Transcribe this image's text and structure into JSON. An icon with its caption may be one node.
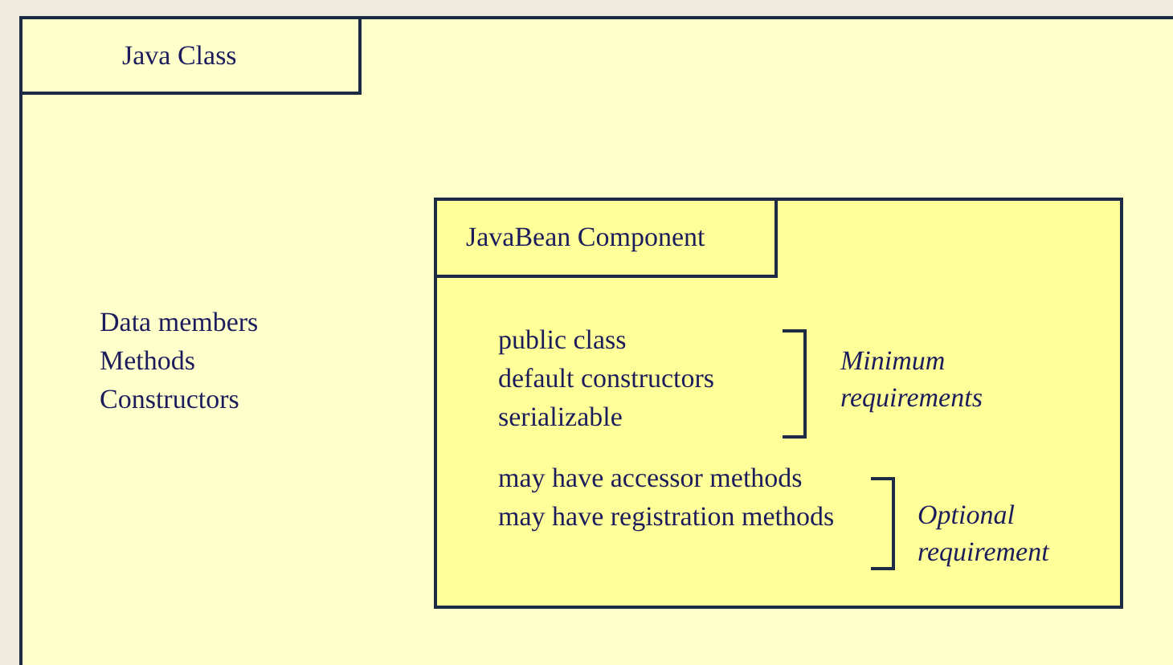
{
  "diagram": {
    "nodes": [
      {
        "text": [
          "Java Class",
          "Data members",
          "Methods",
          "Constructors"
        ]
      },
      {
        "text": [
          "JavaBean Component",
          "public class",
          "default constructors",
          "serializable",
          "may have accessor methods",
          "may have registration methods"
        ],
        "in": 0
      }
    ],
    "edges": [],
    "labels": [
      "Minimum requirements",
      "Optional requirement"
    ]
  }
}
